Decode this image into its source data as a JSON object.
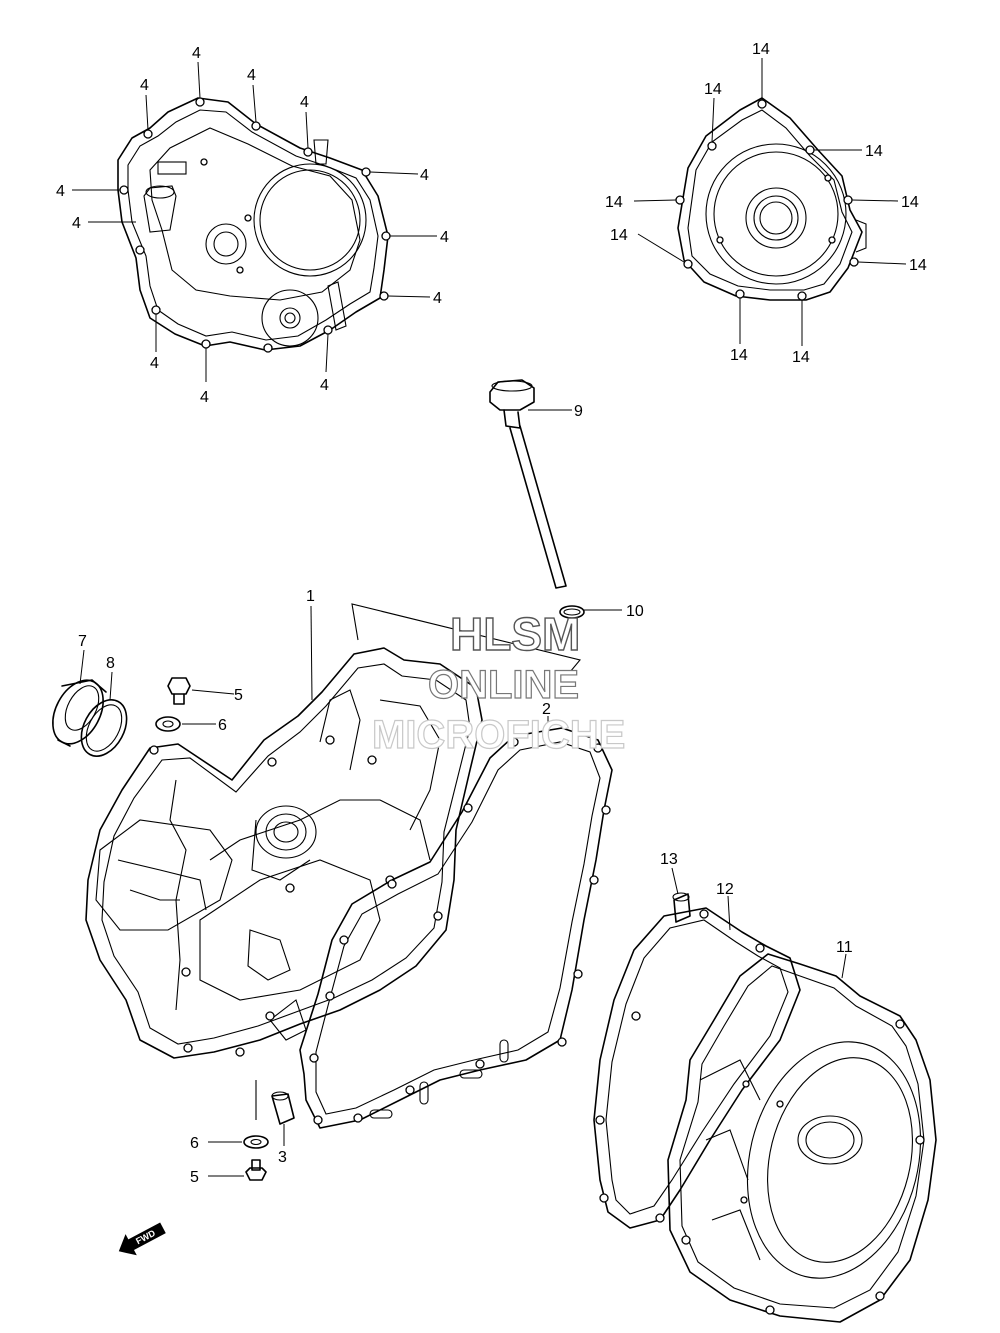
{
  "watermark": {
    "line1": "HLSM",
    "line2": "ONLINE",
    "line3": "MICROFICHE"
  },
  "fwd_label": "FWD",
  "callouts": {
    "c1": "1",
    "c2": "2",
    "c3": "3",
    "c4": "4",
    "c5": "5",
    "c6": "6",
    "c7": "7",
    "c8": "8",
    "c9": "9",
    "c10": "10",
    "c11": "11",
    "c12": "12",
    "c13": "13",
    "c14": "14"
  }
}
